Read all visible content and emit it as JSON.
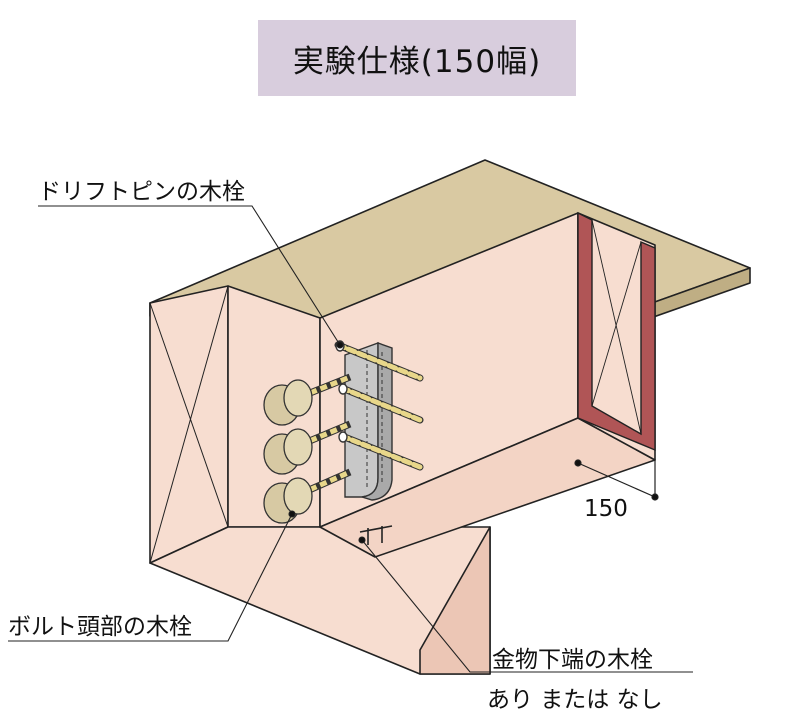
{
  "title": "実験仕様(150幅)",
  "labels": {
    "drift_pin_dowel": "ドリフトピンの木栓",
    "bolt_head_dowel": "ボルト頭部の木栓",
    "hardware_bottom_dowel": "金物下端の木栓",
    "with_or_without": "あり または なし"
  },
  "dimension": "150",
  "colors": {
    "title_bg": "#d8cddd",
    "wood_face": "#f7ddd0",
    "slab": "#d9c9a2",
    "steel_frame": "#b05556",
    "metal": "#c8c8c8",
    "dowel": "#d7c9a3",
    "pin": "#e8d78a"
  }
}
